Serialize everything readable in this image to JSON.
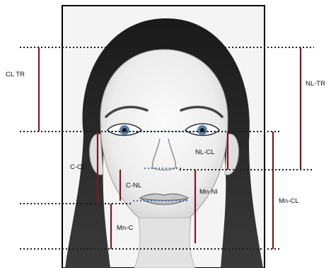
{
  "labels": {
    "cl_tr": "CL TR",
    "nl_tr": "NL-TR",
    "nl_cl": "NL-CL",
    "c_cl": "C-CL",
    "c_nl": "C-NL",
    "mn_nl": "Mn-NI",
    "mn_c": "Mn-C",
    "mn_cl": "Mn-CL"
  },
  "colors": {
    "measure_line": "#7a1a1f",
    "dotted_line": "#1a1a1a",
    "eye_line": "#4a78b8",
    "frame": "#000000"
  }
}
